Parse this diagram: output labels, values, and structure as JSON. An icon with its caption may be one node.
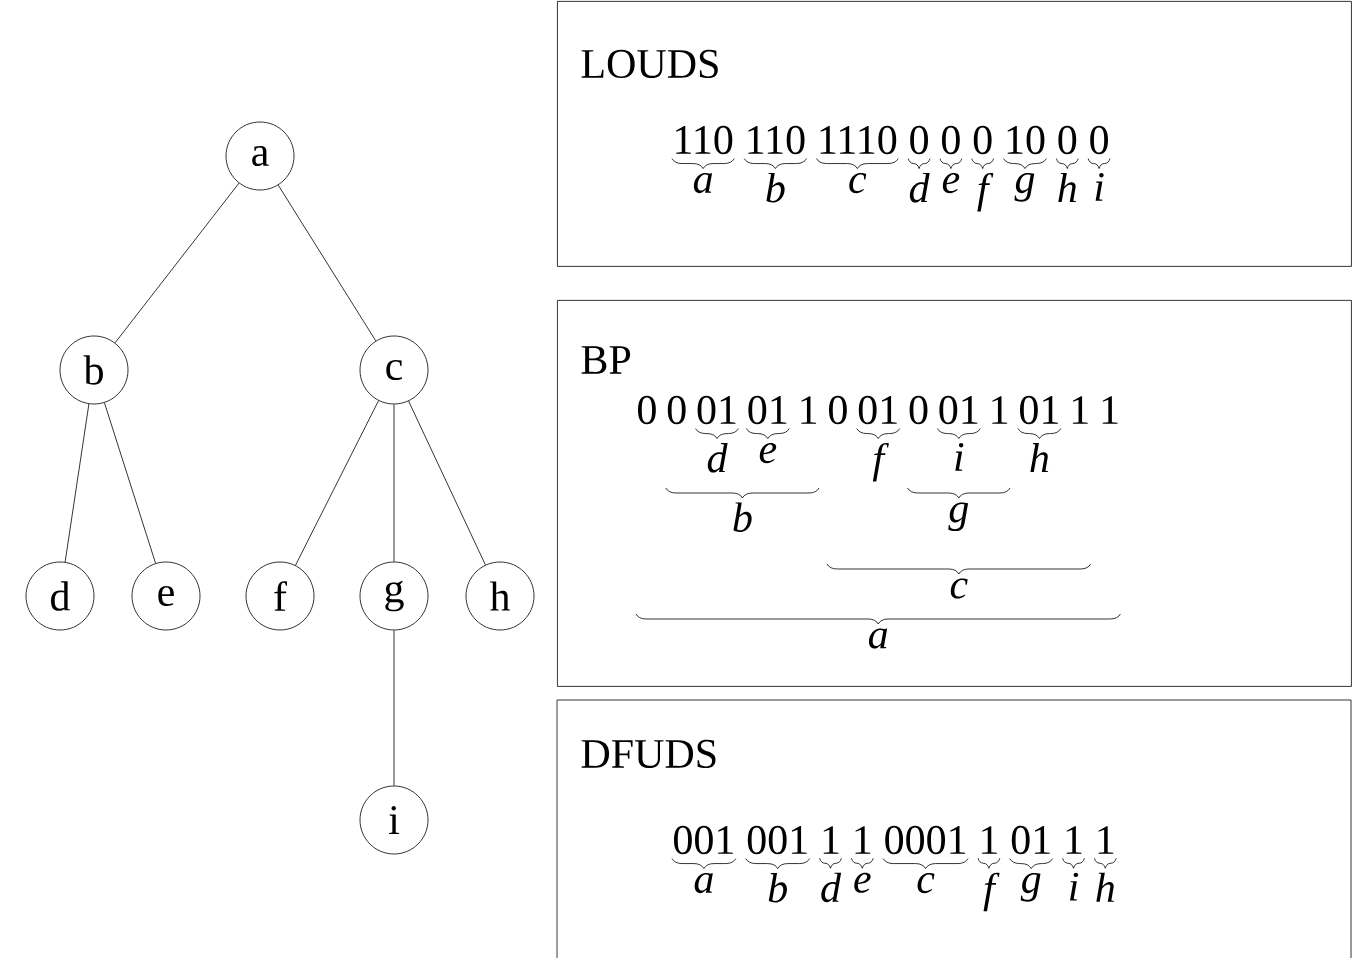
{
  "diagram": {
    "nodes": [
      {
        "text": [
          "a"
        ]
      },
      {
        "text": [
          "b"
        ]
      },
      {
        "text": [
          "c"
        ]
      },
      {
        "text": [
          "d"
        ]
      },
      {
        "text": [
          "e"
        ]
      },
      {
        "text": [
          "f"
        ]
      },
      {
        "text": [
          "g"
        ]
      },
      {
        "text": [
          "h"
        ]
      },
      {
        "text": [
          "i"
        ]
      },
      {
        "text": [
          "LOUDS",
          "110",
          "a",
          "110",
          "b",
          "1110",
          "c",
          "0",
          "d",
          "0",
          "e",
          "0",
          "f",
          "10",
          "g",
          "0",
          "h",
          "0",
          "i"
        ]
      },
      {
        "text": [
          "BP",
          "0",
          "0",
          "01",
          "01",
          "1",
          "0",
          "01",
          "0",
          "01",
          "1",
          "01",
          "1",
          "1",
          "d",
          "e",
          "f",
          "i",
          "h",
          "b",
          "g",
          "c",
          "a"
        ]
      },
      {
        "text": [
          "DFUDS",
          "001",
          "a",
          "001",
          "b",
          "1",
          "d",
          "1",
          "e",
          "0001",
          "c",
          "1",
          "f",
          "01",
          "g",
          "1",
          "i",
          "1",
          "h"
        ]
      }
    ],
    "edges": [
      {
        "from": 0,
        "to": 1,
        "arrow": "none"
      },
      {
        "from": 0,
        "to": 2,
        "arrow": "none"
      },
      {
        "from": 1,
        "to": 3,
        "arrow": "none"
      },
      {
        "from": 1,
        "to": 4,
        "arrow": "none"
      },
      {
        "from": 2,
        "to": 5,
        "arrow": "none"
      },
      {
        "from": 2,
        "to": 6,
        "arrow": "none"
      },
      {
        "from": 2,
        "to": 7,
        "arrow": "none"
      },
      {
        "from": 6,
        "to": 8,
        "arrow": "none"
      }
    ]
  }
}
